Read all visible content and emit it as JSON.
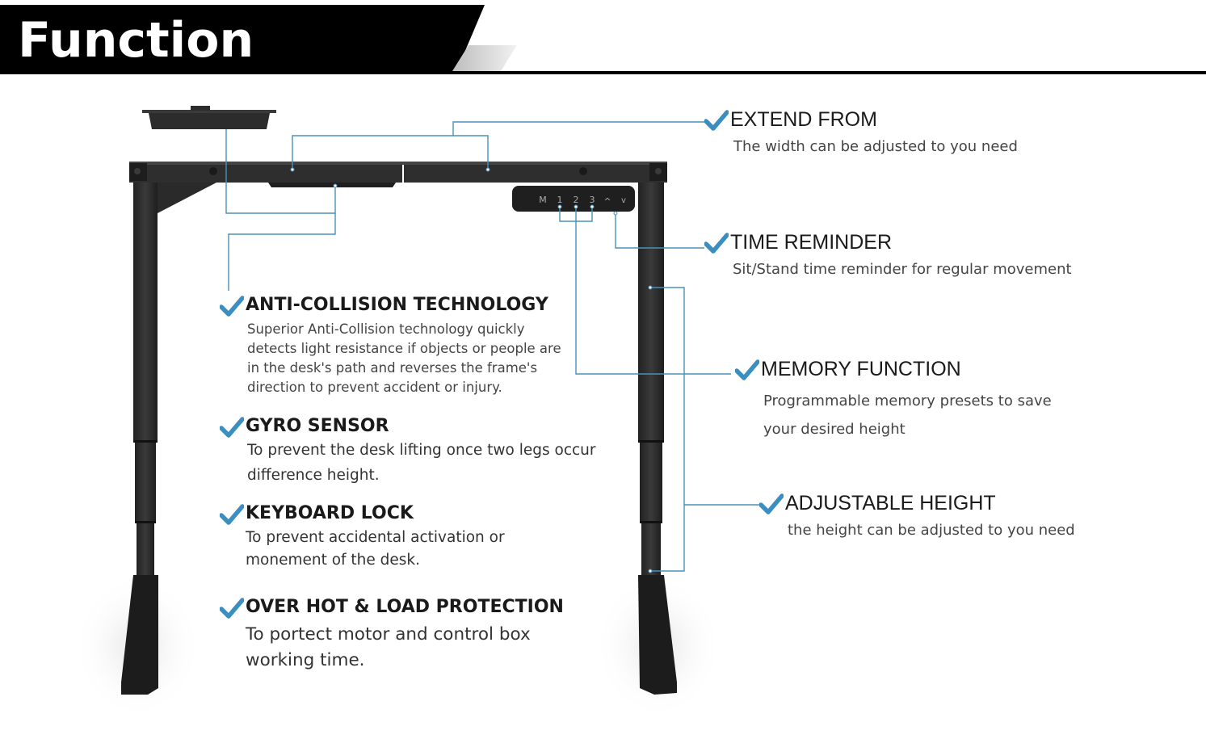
{
  "header": {
    "title": "Function"
  },
  "control_panel": {
    "buttons": [
      "M",
      "1",
      "2",
      "3",
      "^",
      "v"
    ]
  },
  "features": {
    "extend_from": {
      "title": "EXTEND FROM",
      "desc": "The width can be adjusted to you need"
    },
    "time_reminder": {
      "title": "TIME REMINDER",
      "desc": "Sit/Stand time reminder for regular movement"
    },
    "memory_function": {
      "title": "MEMORY FUNCTION",
      "desc": "Programmable memory presets to save\nyour desired height"
    },
    "adjustable_height": {
      "title": "ADJUSTABLE HEIGHT",
      "desc": "the height can be adjusted to you need"
    },
    "anti_collision": {
      "title": "ANTI-COLLISION TECHNOLOGY",
      "desc": "Superior Anti-Collision technology quickly\ndetects light resistance if objects or people are\nin the desk's path and reverses the frame's\ndirection to prevent accident or injury."
    },
    "gyro_sensor": {
      "title": "GYRO SENSOR",
      "desc": "To prevent the desk lifting once two legs occur\ndifference height."
    },
    "keyboard_lock": {
      "title": "KEYBOARD LOCK",
      "desc": "To prevent accidental activation or\nmonement of the desk."
    },
    "over_hot": {
      "title": "OVER HOT & LOAD PROTECTION",
      "desc": "To portect motor and control box\nworking time."
    }
  },
  "colors": {
    "accent": "#3a8fc0",
    "leader_line": "#4a90b8",
    "frame": "#2b2b2b"
  }
}
